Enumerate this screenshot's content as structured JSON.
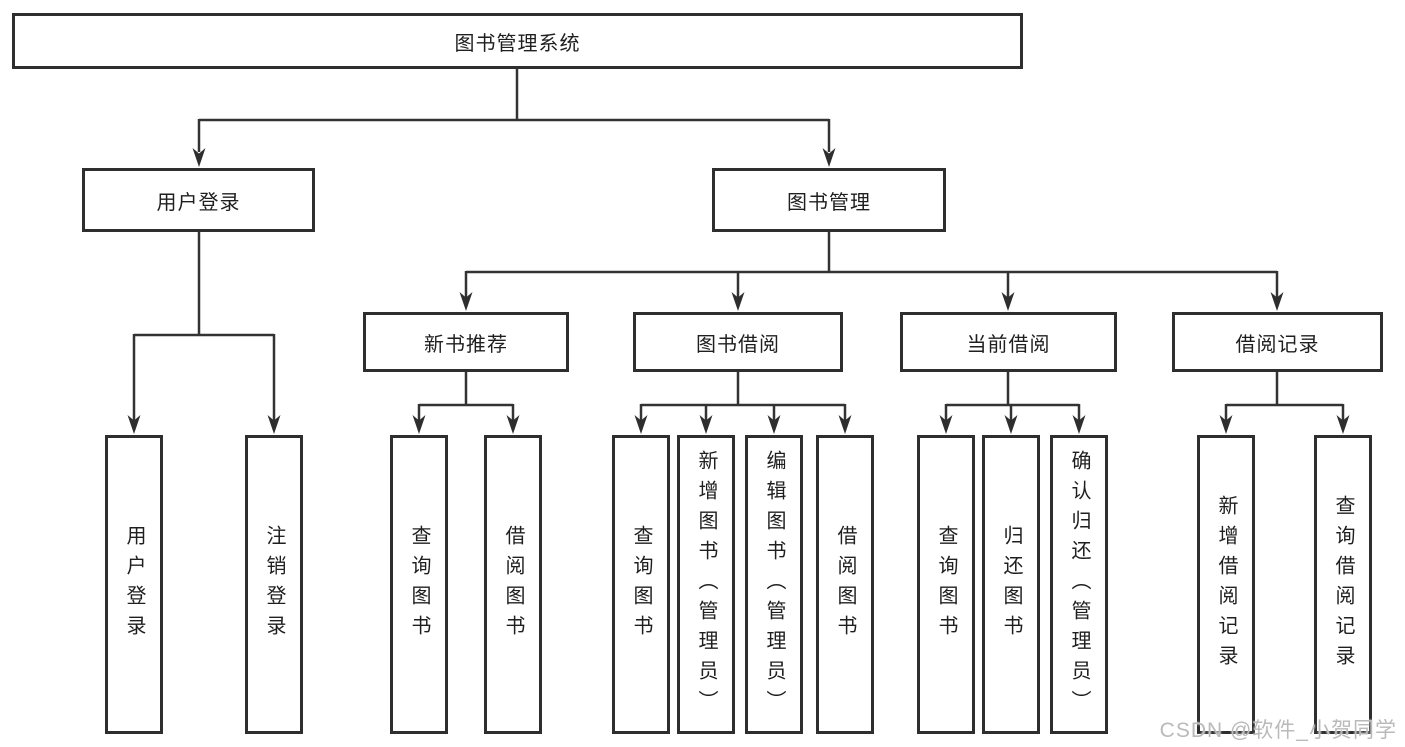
{
  "diagram": {
    "type": "tree",
    "nodes": {
      "root": "图书管理系统",
      "user_login_group": "用户登录",
      "book_mgmt_group": "图书管理",
      "new_book_rec": "新书推荐",
      "book_borrow": "图书借阅",
      "current_borrow": "当前借阅",
      "borrow_records": "借阅记录",
      "leaf_user_login": "用户登录",
      "leaf_logout": "注销登录",
      "leaf_query_book_1": "查询图书",
      "leaf_borrow_book_1": "借阅图书",
      "leaf_query_book_2": "查询图书",
      "leaf_add_book": "新增图书（管理员）",
      "leaf_edit_book": "编辑图书（管理员）",
      "leaf_borrow_book_2": "借阅图书",
      "leaf_query_book_3": "查询图书",
      "leaf_return_book": "归还图书",
      "leaf_confirm_return": "确认归还（管理员）",
      "leaf_add_record": "新增借阅记录",
      "leaf_query_record": "查询借阅记录"
    },
    "edges": [
      [
        "图书管理系统",
        "用户登录"
      ],
      [
        "图书管理系统",
        "图书管理"
      ],
      [
        "用户登录",
        "用户登录(叶)"
      ],
      [
        "用户登录",
        "注销登录"
      ],
      [
        "图书管理",
        "新书推荐"
      ],
      [
        "图书管理",
        "图书借阅"
      ],
      [
        "图书管理",
        "当前借阅"
      ],
      [
        "图书管理",
        "借阅记录"
      ],
      [
        "新书推荐",
        "查询图书"
      ],
      [
        "新书推荐",
        "借阅图书"
      ],
      [
        "图书借阅",
        "查询图书"
      ],
      [
        "图书借阅",
        "新增图书（管理员）"
      ],
      [
        "图书借阅",
        "编辑图书（管理员）"
      ],
      [
        "图书借阅",
        "借阅图书"
      ],
      [
        "当前借阅",
        "查询图书"
      ],
      [
        "当前借阅",
        "归还图书"
      ],
      [
        "当前借阅",
        "确认归还（管理员）"
      ],
      [
        "借阅记录",
        "新增借阅记录"
      ],
      [
        "借阅记录",
        "查询借阅记录"
      ]
    ],
    "colors": {
      "line": "#333333",
      "box_border": "#2e2e2e",
      "text": "#1f1f1f",
      "background": "#ffffff",
      "watermark_text_color": "#bababa"
    }
  },
  "watermark": "CSDN @软件_小贺同学"
}
